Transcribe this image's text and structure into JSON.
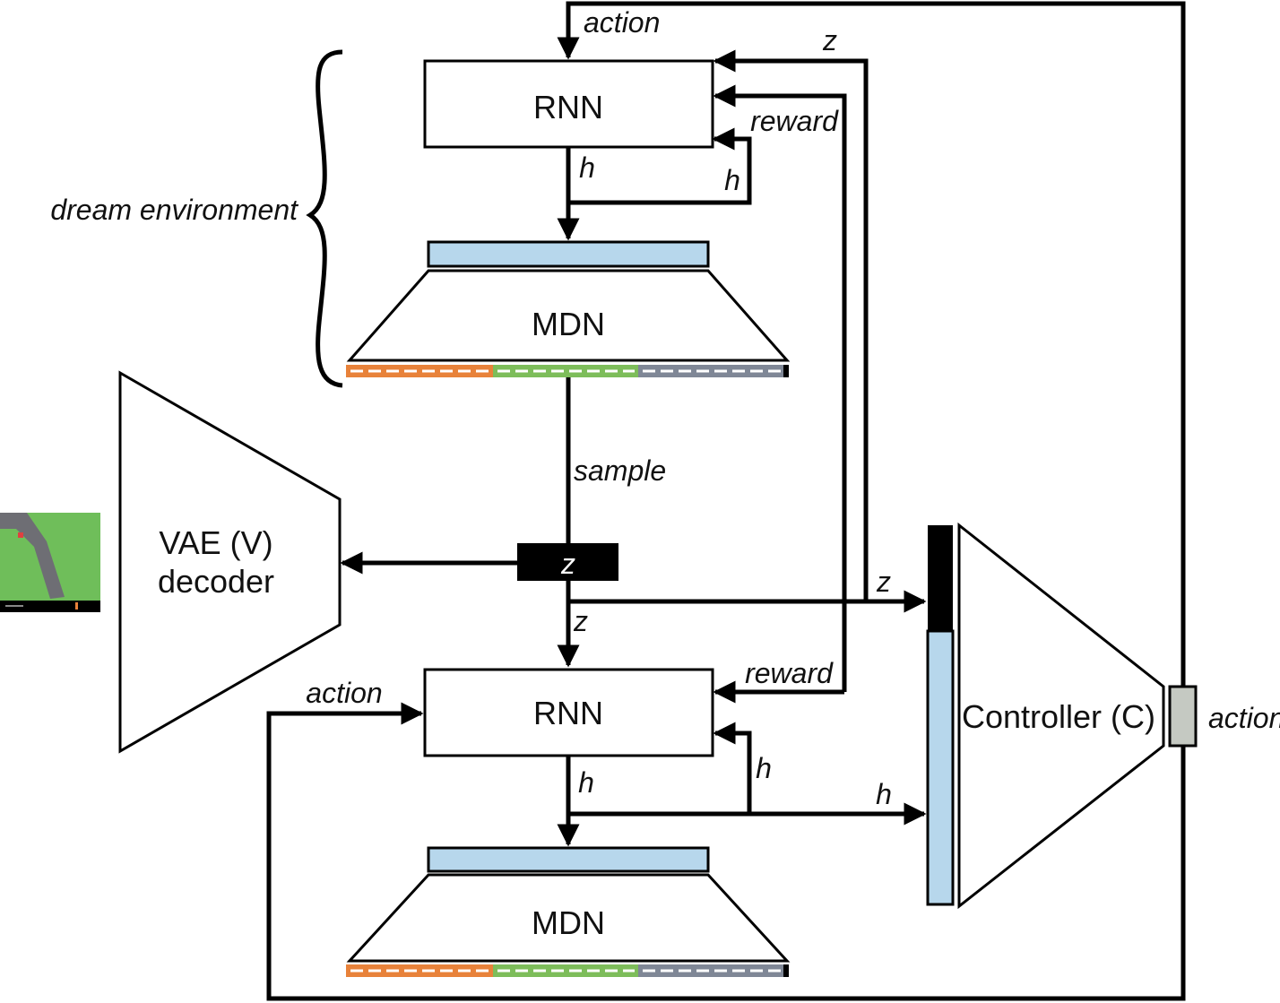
{
  "labels": {
    "rnn_top": "RNN",
    "rnn_bottom": "RNN",
    "mdn_top": "MDN",
    "mdn_bottom": "MDN",
    "vae_line1": "VAE (V)",
    "vae_line2": "decoder",
    "controller": "Controller (C)",
    "dream_environment": "dream environment",
    "sample": "sample",
    "z_box": "z",
    "action_top": "action",
    "action_bottom_left": "action",
    "action_right": "action",
    "z_top": "z",
    "z_middle": "z",
    "z_down": "z",
    "reward_top": "reward",
    "reward_bottom": "reward",
    "h_top_down": "h",
    "h_top_loop": "h",
    "h_bottom_down": "h",
    "h_bottom_loop": "h",
    "h_bottom_right": "h"
  },
  "colors": {
    "layer_fill": "#b7d7ec",
    "segment_orange": "#e8823a",
    "segment_green": "#7dbd5a",
    "segment_gray": "#7f8796",
    "action_box": "#c5c9c2",
    "game_grass": "#6fbe5a",
    "game_road": "#6e6e74"
  }
}
